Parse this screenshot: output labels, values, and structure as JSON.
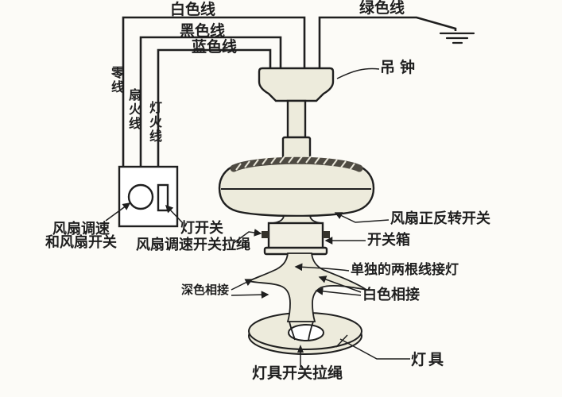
{
  "diagram": {
    "wire_labels": {
      "white": "白色线",
      "black": "黑色线",
      "blue": "蓝色线",
      "green": "绿色线",
      "neutral": "零线",
      "fan_live": "扇火线",
      "lamp_live": "灯火线"
    },
    "component_labels": {
      "canopy": "吊钟",
      "fan_speed_control_line1": "风扇调速",
      "fan_speed_control_line2": "和风扇开关",
      "lamp_switch": "灯开关",
      "fan_speed_pull_cord": "风扇调速开关拉绳",
      "fan_reverse_switch": "风扇正反转开关",
      "switch_box": "开关箱",
      "separate_two_wires_to_lamp": "单独的两根线接灯",
      "dark_wires_connect": "深色相接",
      "white_wires_connect": "白色相接",
      "lamp_fixture": "灯具",
      "lamp_pull_cord": "灯具开关拉绳"
    },
    "colors": {
      "ink": "#1f1f1f",
      "body_fill": "#edebdc",
      "box_fill": "#f1efe3",
      "vent_fill": "#4e4a42",
      "background": "#fcfbf7"
    }
  }
}
